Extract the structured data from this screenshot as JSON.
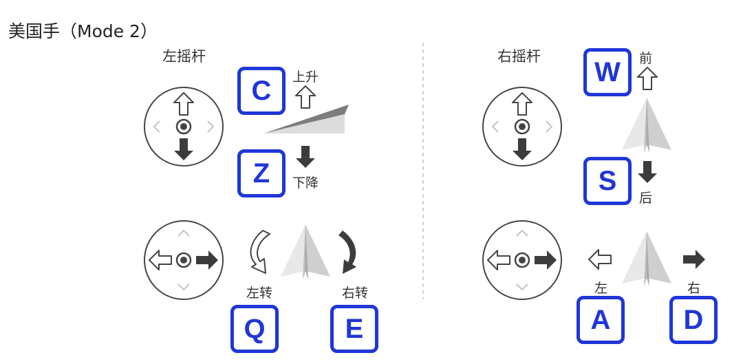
{
  "title": "美国手（Mode 2）",
  "left_stick": {
    "label": "左摇杆",
    "throttle": {
      "up_label": "上升",
      "down_label": "下降",
      "up_key": "C",
      "down_key": "Z"
    },
    "yaw": {
      "left_label": "左转",
      "right_label": "右转",
      "left_key": "Q",
      "right_key": "E"
    }
  },
  "right_stick": {
    "label": "右摇杆",
    "pitch": {
      "forward_label": "前",
      "back_label": "后",
      "forward_key": "W",
      "back_key": "S"
    },
    "roll": {
      "left_label": "左",
      "right_label": "右",
      "left_key": "A",
      "right_key": "D"
    }
  },
  "icons": [
    "joystick-icon",
    "hollow-arrow-icon",
    "solid-arrow-icon",
    "paper-plane-icon",
    "ramp-icon",
    "rotate-arrow-icon"
  ],
  "colors": {
    "key_border": "#1f36d8",
    "key_text": "#1f36d8",
    "arrow_dark": "#3c3c3c",
    "outline": "#444444"
  }
}
